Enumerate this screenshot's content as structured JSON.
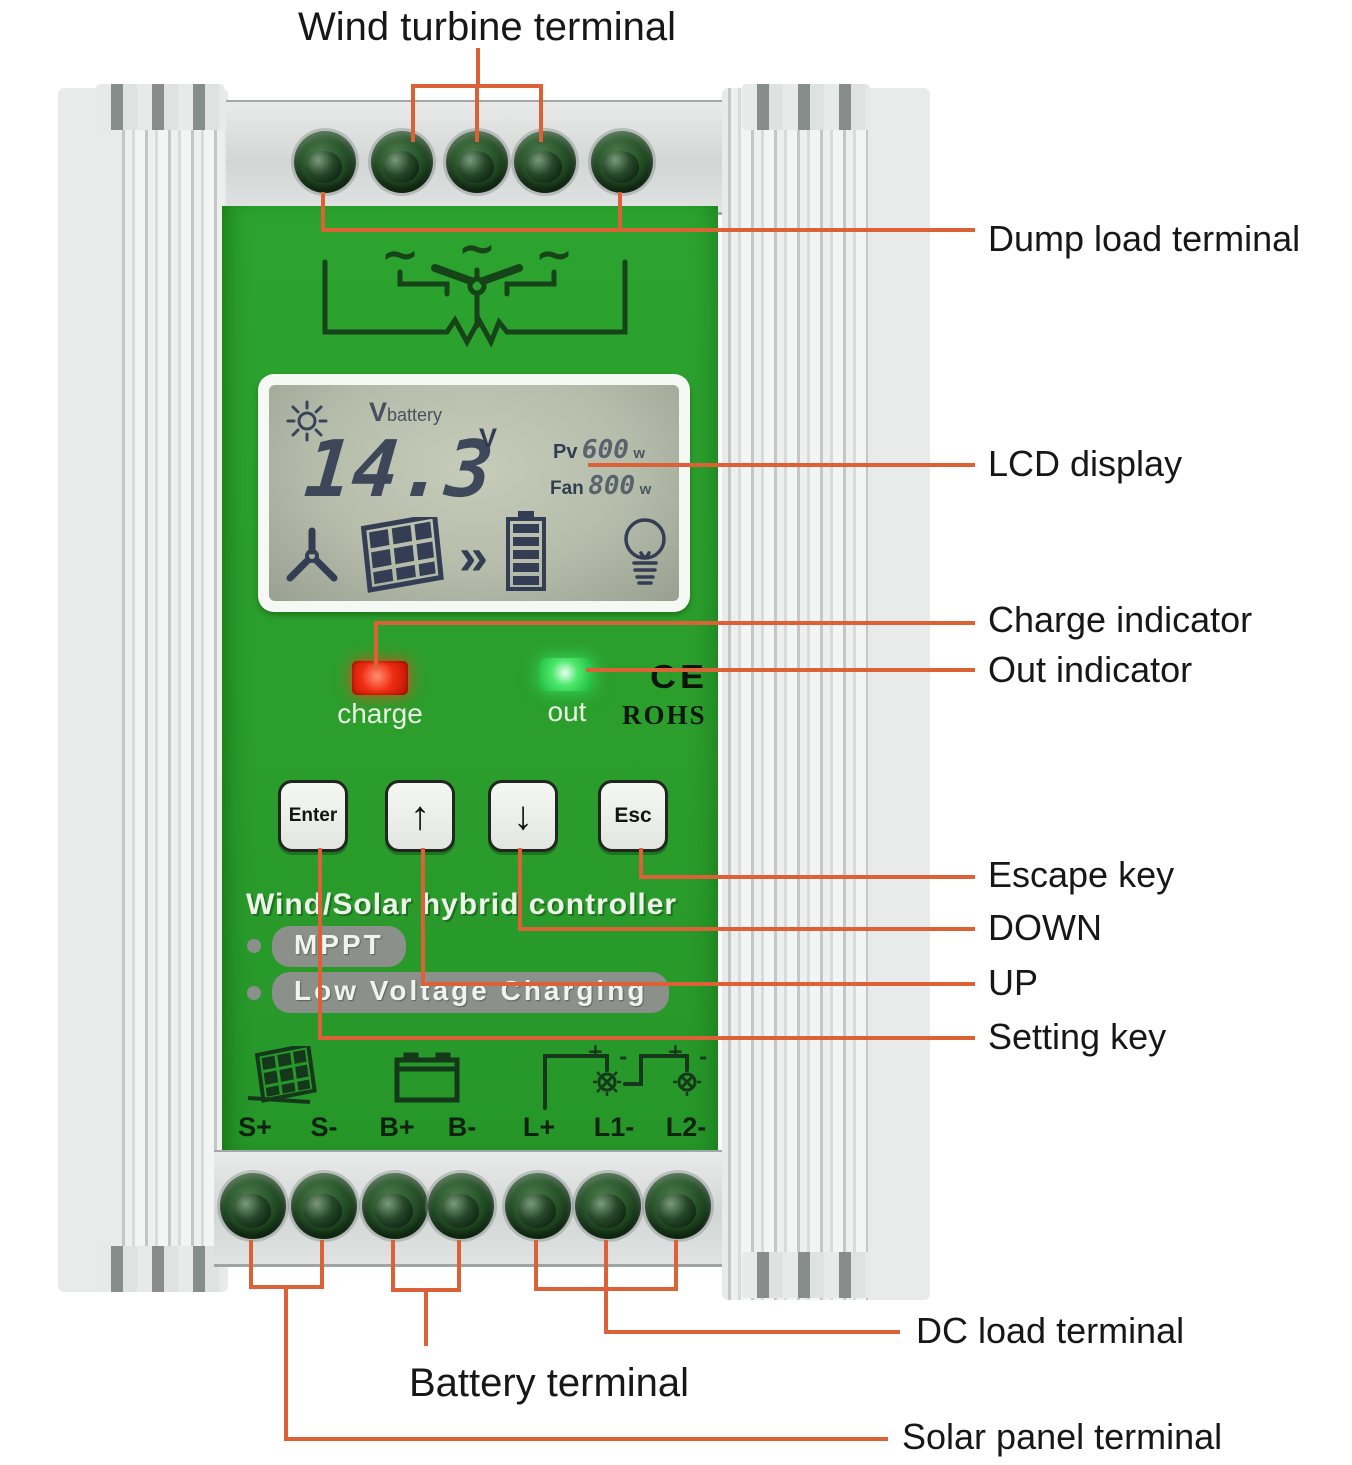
{
  "callouts": {
    "wind_turbine_terminal": "Wind turbine terminal",
    "dump_load_terminal": "Dump load terminal",
    "lcd_display": "LCD display",
    "charge_indicator": "Charge indicator",
    "out_indicator": "Out indicator",
    "escape_key": "Escape key",
    "down_key": "DOWN",
    "up_key": "UP",
    "setting_key": "Setting key",
    "dc_load_terminal": "DC load terminal",
    "battery_terminal": "Battery terminal",
    "solar_panel_terminal": "Solar panel terminal"
  },
  "device": {
    "title": "Wind/Solar hybrid controller",
    "features": [
      "MPPT",
      "Low Voltage Charging"
    ],
    "lcd": {
      "unit_label_bold": "V",
      "unit_label_small": "battery",
      "voltage_value": "14.3",
      "voltage_unit": "V",
      "pv_label": "Pv",
      "pv_value": "600",
      "pv_unit": "w",
      "fan_label": "Fan",
      "fan_value": "800",
      "fan_unit": "w"
    },
    "indicators": {
      "charge": "charge",
      "out": "out"
    },
    "certifications": {
      "ce": "CE",
      "rohs": "ROHS"
    },
    "keys": {
      "enter": "Enter",
      "up": "↑",
      "down": "↓",
      "esc": "Esc"
    },
    "terminal_labels": [
      "S+",
      "S-",
      "B+",
      "B-",
      "L+",
      "L1-",
      "L2-"
    ]
  },
  "colors": {
    "callout_line": "#dc6136",
    "panel_green": "#2b9e2e",
    "charge_led": "#e02312",
    "out_led": "#2fd24c",
    "heatsink": "#e9ebea"
  }
}
